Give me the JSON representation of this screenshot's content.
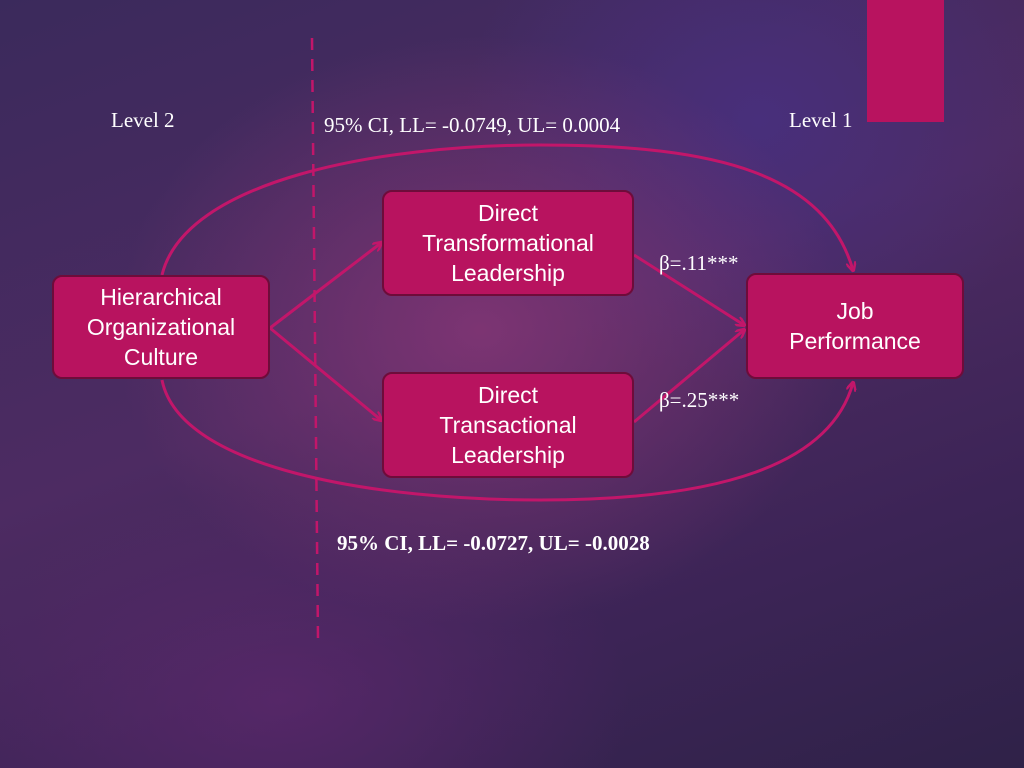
{
  "labels": {
    "level2": "Level 2",
    "level1": "Level 1",
    "ci_top": "95% CI, LL= -0.0749, UL= 0.0004",
    "ci_bottom": "95% CI, LL= -0.0727, UL= -0.0028",
    "beta_top": "β=.11***",
    "beta_bottom": "β=.25***"
  },
  "nodes": {
    "hierarchical": "Hierarchical\nOrganizational\nCulture",
    "transformational": "Direct\nTransformational\nLeadership",
    "transactional": "Direct\nTransactional\nLeadership",
    "job": "Job\nPerformance"
  },
  "colors": {
    "node_fill": "#b8135f",
    "node_border": "#6e0c3a",
    "arrow": "#c2166a",
    "divider": "#c2166a",
    "accent_bar": "#b8135f",
    "text": "#ffffff"
  }
}
